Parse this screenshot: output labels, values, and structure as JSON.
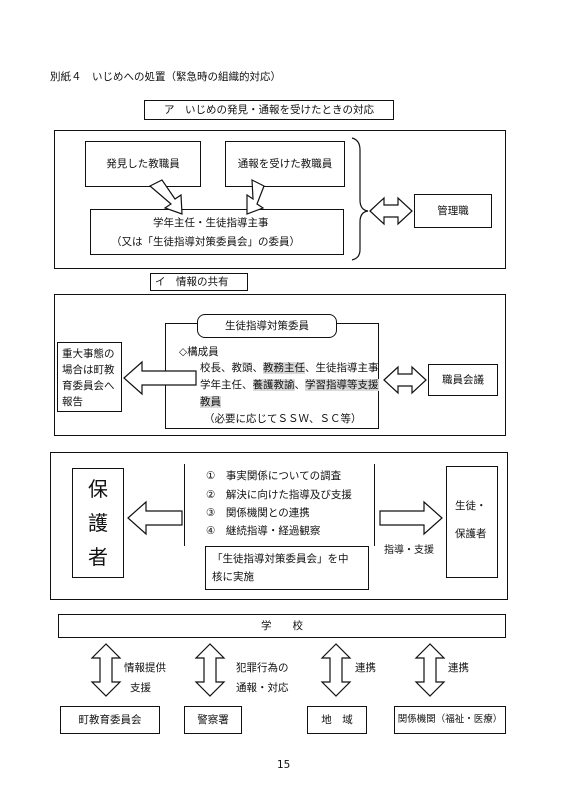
{
  "header": {
    "title": "別紙４　いじめへの処置（緊急時の組織的対応）"
  },
  "section_a": {
    "label": "ア　いじめの発見・通報を受けたときの対応",
    "discoverer": "発見した教職員",
    "reporter_recv": "通報を受けた教職員",
    "leader_line1": "学年主任・生徒指導主事",
    "leader_line2": "（又は「生徒指導対策委員会」の委員）",
    "manager": "管理職"
  },
  "section_b": {
    "label": "イ　情報の共有",
    "committee": "生徒指導対策委員",
    "members_label": "◇構成員",
    "m1": "校長、教頭、",
    "m1_hl": "教務主任",
    "m1_tail": "、生徒指導主事",
    "m2": "学年主任、",
    "m2_hl1": "養護教諭",
    "m2_sep": "、",
    "m2_hl2": "学習指導等支援",
    "m3_hl": "教員",
    "m4": "（必要に応じてＳＳＷ、ＳＣ等）",
    "serious_l1": "重大事態の",
    "serious_l2": "場合は町教",
    "serious_l3": "育委員会へ",
    "serious_l4": "報告",
    "staff_meeting": "職員会議"
  },
  "section_c": {
    "guardian": [
      "保",
      "護",
      "者"
    ],
    "actions": [
      "①　事実関係についての調査",
      "②　解決に向けた指導及び支援",
      "③　関係機関との連携",
      "④　継続指導・経過観察"
    ],
    "core_l1": "「生徒指導対策委員会」を中",
    "core_l2": "核に実施",
    "guidance": "指導・支援",
    "student_l1": "生徒・",
    "student_l2": "保護者"
  },
  "section_d": {
    "school": "学　　校",
    "link1_l1": "情報提供",
    "link1_l2": "支援",
    "link2_l1": "犯罪行為の",
    "link2_l2": "通報・対応",
    "link3": "連携",
    "link4": "連携",
    "org1": "町教育委員会",
    "org2": "警察署",
    "org3": "地　域",
    "org4": "関係機関（福祉・医療）"
  },
  "footer": {
    "page_number": "15"
  }
}
